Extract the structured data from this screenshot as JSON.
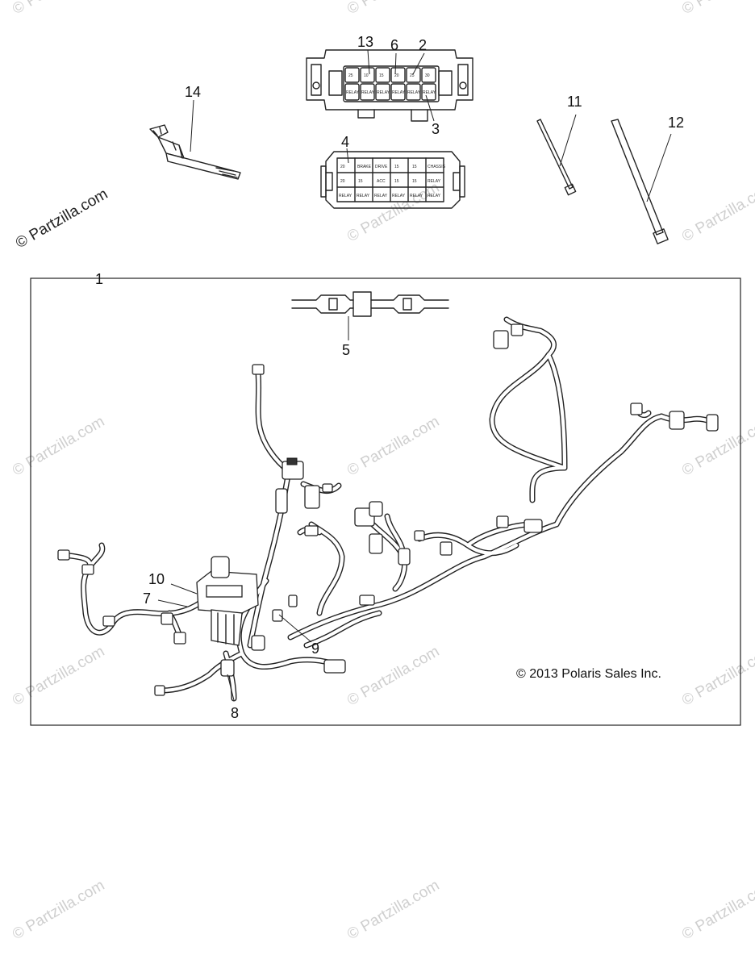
{
  "callouts": {
    "c1": "1",
    "c2": "2",
    "c3": "3",
    "c4": "4",
    "c5": "5",
    "c6": "6",
    "c7": "7",
    "c8": "8",
    "c9": "9",
    "c10": "10",
    "c11": "11",
    "c12": "12",
    "c13": "13",
    "c14": "14"
  },
  "copyright": "© 2013 Polaris Sales Inc.",
  "watermark": "© Partzilla.com",
  "fuse_box_labels": {
    "r1": [
      "25",
      "10",
      "15",
      "20",
      "25",
      "30"
    ],
    "r2": [
      "RELAY",
      "RELAY",
      "RELAY",
      "RELAY",
      "RELAY",
      "RELAY"
    ]
  },
  "fuse_panel_labels": {
    "row1": [
      "20",
      "BRAKE",
      "DRIVE",
      "15",
      "15",
      "CHASSIS"
    ],
    "row2": [
      "20",
      "15",
      "ACC",
      "15",
      "15",
      "RELAY"
    ],
    "row3": [
      "RELAY",
      "RELAY",
      "RELAY",
      "RELAY",
      "RELAY",
      "RELAY"
    ]
  },
  "colors": {
    "line": "#222222",
    "watermark": "#cfcfcf",
    "background": "#ffffff"
  }
}
